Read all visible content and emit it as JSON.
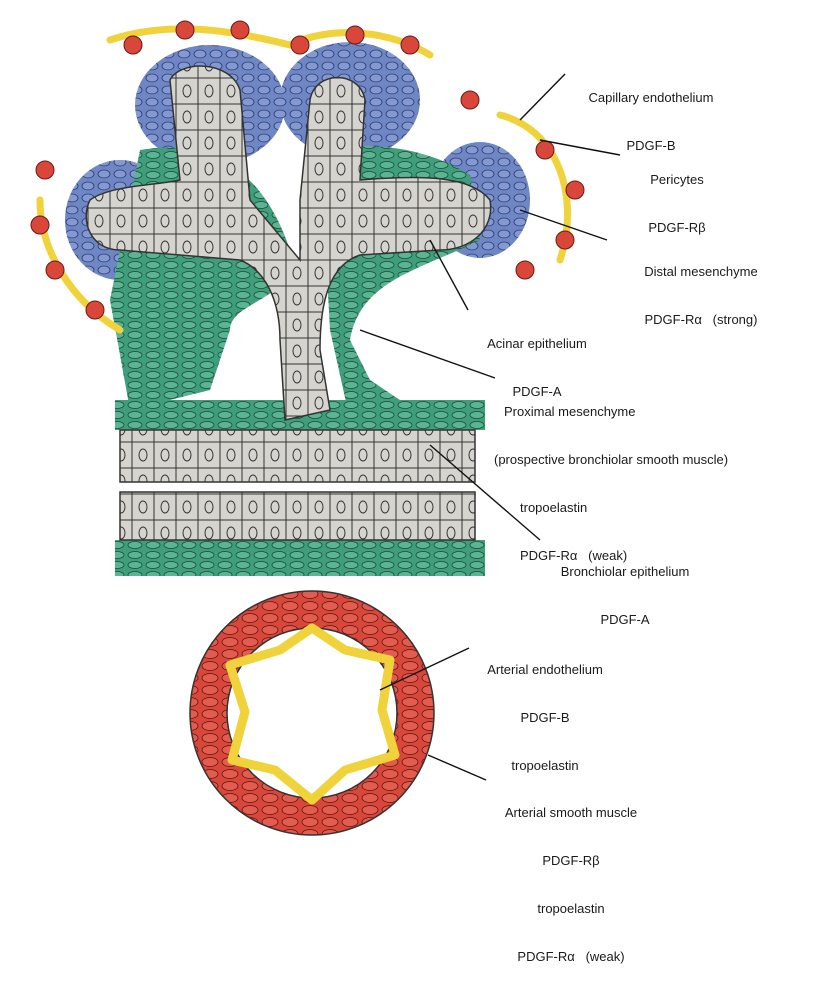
{
  "colors": {
    "epithelium": "#d6d4cf",
    "epithelium_stroke": "#333333",
    "distal_mesenchyme": "#6f86c4",
    "proximal_mesenchyme": "#3f9f7d",
    "pericytes": "#f0d23a",
    "capillary_endothelium": "#d9463a",
    "arterial_muscle": "#d9463a",
    "arterial_endothelium": "#f0d23a"
  },
  "labels": {
    "capillary": {
      "line1": "Capillary endothelium",
      "line2": "PDGF-B"
    },
    "pericytes": {
      "line1": "Pericytes",
      "line2": "PDGF-Rβ"
    },
    "distal": {
      "line1": "Distal mesenchyme",
      "line2": "PDGF-Rα   (strong)"
    },
    "acinar": {
      "line1": "Acinar epithelium",
      "line2": "PDGF-A"
    },
    "proximal": {
      "line1": "Proximal mesenchyme",
      "line2": "(prospective bronchiolar smooth muscle)",
      "line3": "tropoelastin",
      "line4": "PDGF-Rα   (weak)"
    },
    "bronchiolar": {
      "line1": "Bronchiolar epithelium",
      "line2": "PDGF-A"
    },
    "arterial_endo": {
      "line1": "Arterial endothelium",
      "line2": "PDGF-B",
      "line3": "tropoelastin"
    },
    "arterial_sm": {
      "line1": "Arterial smooth muscle",
      "line2": "PDGF-Rβ",
      "line3": "tropoelastin",
      "line4": "PDGF-Rα   (weak)"
    }
  }
}
